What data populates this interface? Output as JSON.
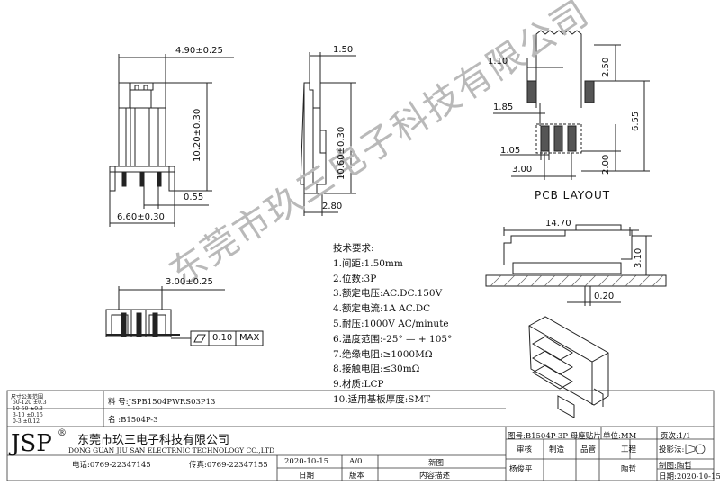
{
  "dimensions": {
    "front_width": "4.90±0.25",
    "front_height": "10.20±0.30",
    "front_pin": "0.55",
    "front_base": "6.60±0.30",
    "side_top": "1.50",
    "side_height": "10.60±0.30",
    "side_base": "2.80",
    "pcb_pad_w": "1.10",
    "pcb_top": "2.50",
    "pcb_gap": "1.85",
    "pcb_height": "6.55",
    "pcb_pad_small": "1.05",
    "pcb_pitch": "3.00",
    "pcb_bottom": "2.00",
    "pcb_title": "PCB LAYOUT",
    "bottom_width": "3.00±0.25",
    "flatness": "0.10",
    "flatness_max": "MAX",
    "iso_width": "14.70",
    "iso_height": "3.10",
    "iso_offset": "0.20"
  },
  "requirements": {
    "title": "技术要求:",
    "items": [
      "1.间距:1.50mm",
      "2.位数:3P",
      "3.额定电压:AC.DC.150V",
      "4.额定电流:1A AC.DC",
      "5.耐压:1000V AC/minute",
      "6.温度范围:-25° — + 105°",
      "7.绝缘电阻:≥1000MΩ",
      "8.接触电阻:≤30mΩ",
      "9.材质:LCP",
      "10.适用基板厚度:SMT"
    ]
  },
  "watermark": "东莞市玖三电子科技有限公司",
  "title_block": {
    "tol_title": "尺寸公差范围",
    "tol_rows": [
      [
        "50-120",
        "±0.3"
      ],
      [
        "10-50",
        "±0.3"
      ],
      [
        "3-10",
        "±0.15"
      ],
      [
        "0-3",
        "±0.12"
      ]
    ],
    "part_no_label": "料  号:",
    "part_no": "JSPB1504PWRS03P13",
    "name_label": "名  :",
    "name": "B1504P-3",
    "drawing_no": "图号:B1504P-3P 母座贴片",
    "unit": "单位:MM",
    "page": "页次:1/1",
    "logo": "JSP",
    "logo_mark": "®",
    "company_cn": "东莞市玖三电子科技有限公司",
    "company_en": "DONG GUAN JIU SAN ELECTRNIC TECHNOLOGY CO.,LTD",
    "phone": "电话:0769-22347145",
    "fax": "传真:0769-22347155",
    "review": "审核",
    "make": "制造",
    "quality": "品管",
    "engineering": "工程",
    "projection": "投影法:",
    "reviewer": "杨俊平",
    "engineer": "陶哲",
    "drafter": "制图:陶哲",
    "date_label": "日期:2020-10-15",
    "rev_date": "2020-10-15",
    "rev_version": "A/0",
    "rev_content": "新图",
    "col_date": "日期",
    "col_version": "版本",
    "col_content": "内容描述"
  }
}
